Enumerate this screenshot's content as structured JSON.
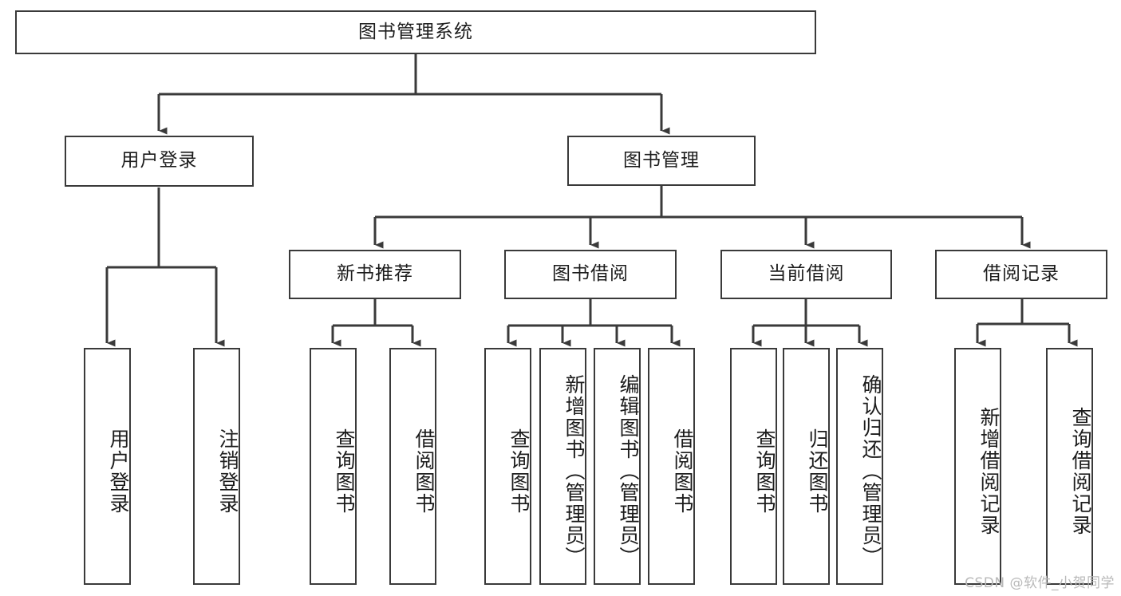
{
  "diagram": {
    "type": "tree-hierarchy-chart",
    "title": "图书管理系统",
    "watermark": "CSDN @软件_小贺同学",
    "colors": {
      "box_border": "#3a3a3a",
      "box_fill": "#ffffff",
      "connector": "#3a3a3a",
      "text": "#1c1c1c",
      "watermark": "#b9b9b9",
      "background": "#ffffff"
    },
    "levels": {
      "root": "图书管理系统",
      "level2": [
        "用户登录",
        "图书管理"
      ],
      "level3": [
        "新书推荐",
        "图书借阅",
        "当前借阅",
        "借阅记录"
      ]
    },
    "nodes": {
      "root": {
        "label": "图书管理系统"
      },
      "user_login": {
        "label": "用户登录"
      },
      "book_manage": {
        "label": "图书管理"
      },
      "new_book_rec": {
        "label": "新书推荐"
      },
      "book_borrow": {
        "label": "图书借阅"
      },
      "current_borrow": {
        "label": "当前借阅"
      },
      "borrow_record": {
        "label": "借阅记录"
      },
      "leaf_user_login": {
        "label": "用户登录"
      },
      "leaf_logout": {
        "label": "注销登录"
      },
      "leaf_query_book_1": {
        "label": "查询图书"
      },
      "leaf_borrow_book_1": {
        "label": "借阅图书"
      },
      "leaf_query_book_2": {
        "label": "查询图书"
      },
      "leaf_add_book": {
        "label": "新增图书（管理员）"
      },
      "leaf_edit_book": {
        "label": "编辑图书（管理员）"
      },
      "leaf_borrow_book_2": {
        "label": "借阅图书"
      },
      "leaf_query_book_3": {
        "label": "查询图书"
      },
      "leaf_return_book": {
        "label": "归还图书"
      },
      "leaf_confirm_return": {
        "label": "确认归还（管理员）"
      },
      "leaf_add_record": {
        "label": "新增借阅记录"
      },
      "leaf_query_record": {
        "label": "查询借阅记录"
      }
    }
  }
}
